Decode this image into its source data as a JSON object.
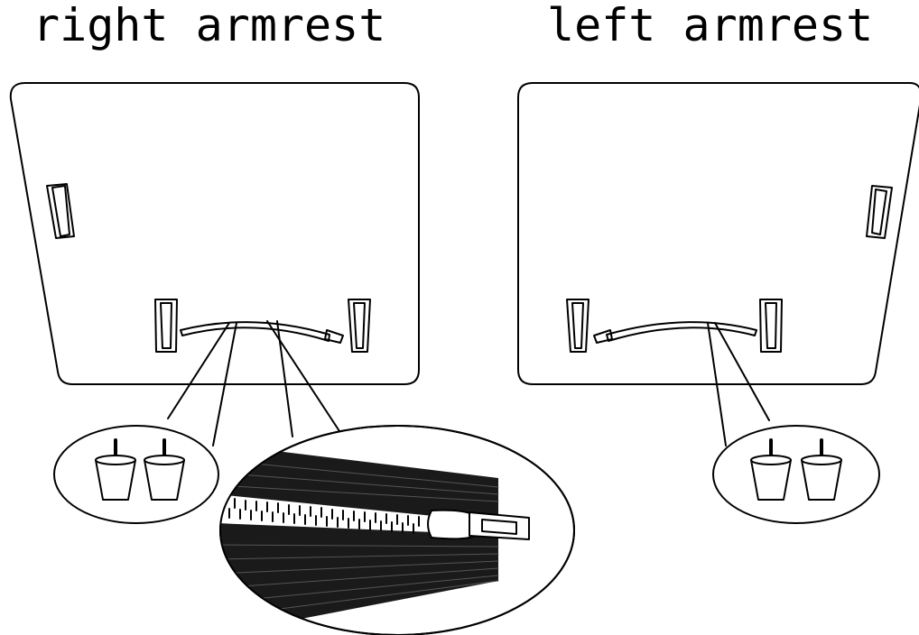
{
  "labels": {
    "right_armrest": "right armrest",
    "left_armrest": "left armrest"
  },
  "colors": {
    "line": "#000000",
    "fill": "#ffffff",
    "zipper_fabric": "#1a1a1a"
  },
  "icons": [
    "armrest-panel",
    "bracket",
    "zipper",
    "cup-foot",
    "magnifier-callout"
  ]
}
